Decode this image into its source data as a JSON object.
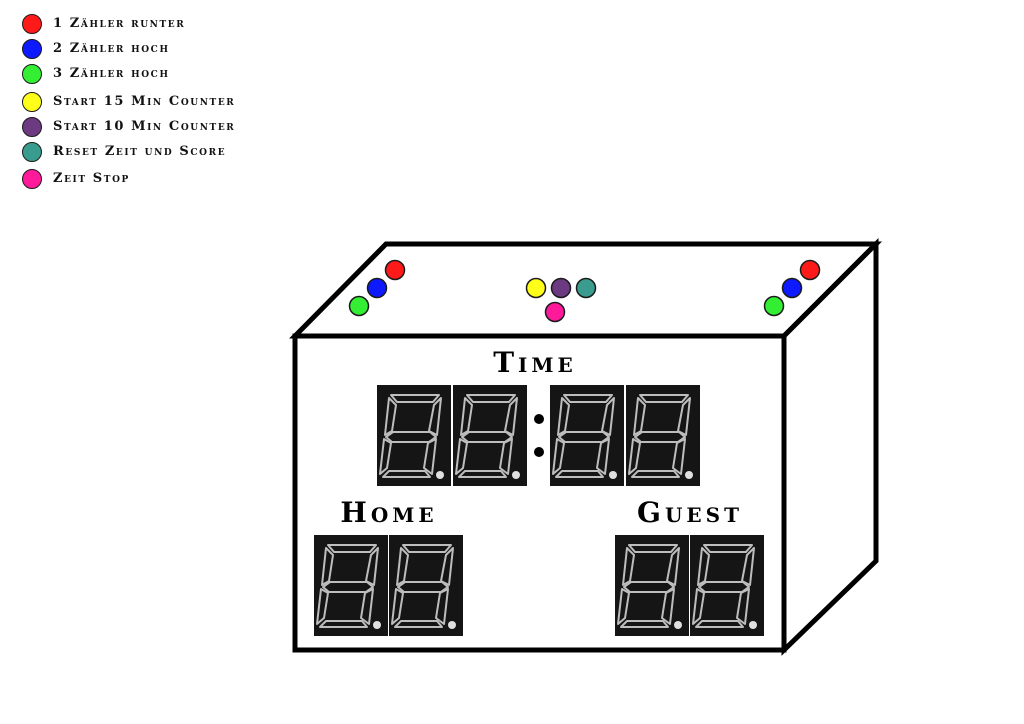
{
  "legend": {
    "items": [
      {
        "label": "1 Zähler runter",
        "color": "#ff1a1a"
      },
      {
        "label": "2 Zähler hoch",
        "color": "#0d1aff"
      },
      {
        "label": "3 Zähler hoch",
        "color": "#33ee33"
      },
      {
        "label": "Start 15 Min Counter",
        "color": "#ffff1a"
      },
      {
        "label": "Start 10 Min Counter",
        "color": "#6b3a80"
      },
      {
        "label": "Reset Zeit und Score",
        "color": "#3a9c8f"
      },
      {
        "label": "Zeit Stop",
        "color": "#ff1a9c"
      }
    ]
  },
  "scoreboard": {
    "time_label": "Time",
    "home_label": "Home",
    "guest_label": "Guest"
  },
  "colors": {
    "outline": "#000000",
    "display_bg": "#151515",
    "segment": "#bdbdbd"
  }
}
